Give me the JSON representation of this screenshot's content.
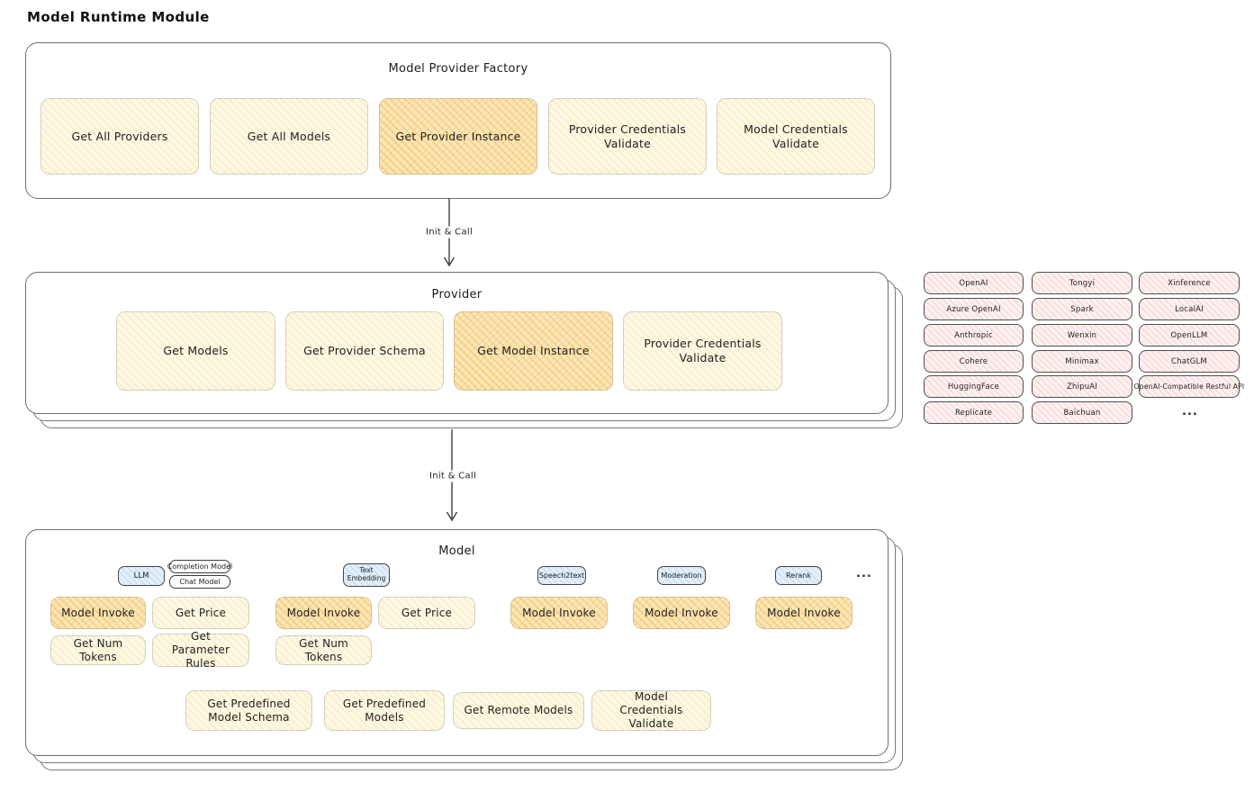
{
  "diagram_title": "Model Runtime Module",
  "arrows": {
    "top_label": "Init & Call",
    "bottom_label": "Init & Call"
  },
  "factory": {
    "title": "Model Provider Factory",
    "buttons": [
      {
        "label": "Get All Providers",
        "highlight": false
      },
      {
        "label": "Get All Models",
        "highlight": false
      },
      {
        "label": "Get Provider Instance",
        "highlight": true
      },
      {
        "label": "Provider Credentials Validate",
        "highlight": false
      },
      {
        "label": "Model Credentials Validate",
        "highlight": false
      }
    ]
  },
  "provider": {
    "title": "Provider",
    "buttons": [
      {
        "label": "Get Models",
        "highlight": false
      },
      {
        "label": "Get Provider Schema",
        "highlight": false
      },
      {
        "label": "Get Model Instance",
        "highlight": true
      },
      {
        "label": "Provider Credentials Validate",
        "highlight": false
      }
    ]
  },
  "provider_list": {
    "column1": [
      "OpenAI",
      "Azure OpenAI",
      "Anthropic",
      "Cohere",
      "HuggingFace",
      "Replicate"
    ],
    "column2": [
      "Tongyi",
      "Spark",
      "Wenxin",
      "Minimax",
      "ZhipuAI",
      "Baichuan"
    ],
    "column3": [
      "Xinference",
      "LocalAI",
      "OpenLLM",
      "ChatGLM",
      "OpenAI-Compatible Restful API"
    ],
    "more": "..."
  },
  "model": {
    "title": "Model",
    "types": {
      "llm": "LLM",
      "completion_tag": "Completion Model",
      "chat_tag": "Chat Model",
      "text_embedding": "Text Embedding",
      "speech2text": "Speech2text",
      "moderation": "Moderation",
      "rerank": "Rerank",
      "more": "..."
    },
    "llm_ops": [
      "Model Invoke",
      "Get Price",
      "Get Num Tokens",
      "Get Parameter Rules"
    ],
    "embedding_ops": [
      "Model Invoke",
      "Get Price",
      "Get Num Tokens"
    ],
    "speech2text_ops": [
      "Model Invoke"
    ],
    "moderation_ops": [
      "Model Invoke"
    ],
    "rerank_ops": [
      "Model Invoke"
    ],
    "common_ops": [
      "Get Predefined Model Schema",
      "Get Predefined Models",
      "Get Remote Models",
      "Model Credentials Validate"
    ]
  },
  "colors": {
    "node_cream": "#fdf8e3",
    "node_orange": "#f9dfa0",
    "provider_pink": "#fdf1f0",
    "type_blue": "#e4effa",
    "ink": "#1f1f1f",
    "border_gray": "#6f6f6f"
  }
}
